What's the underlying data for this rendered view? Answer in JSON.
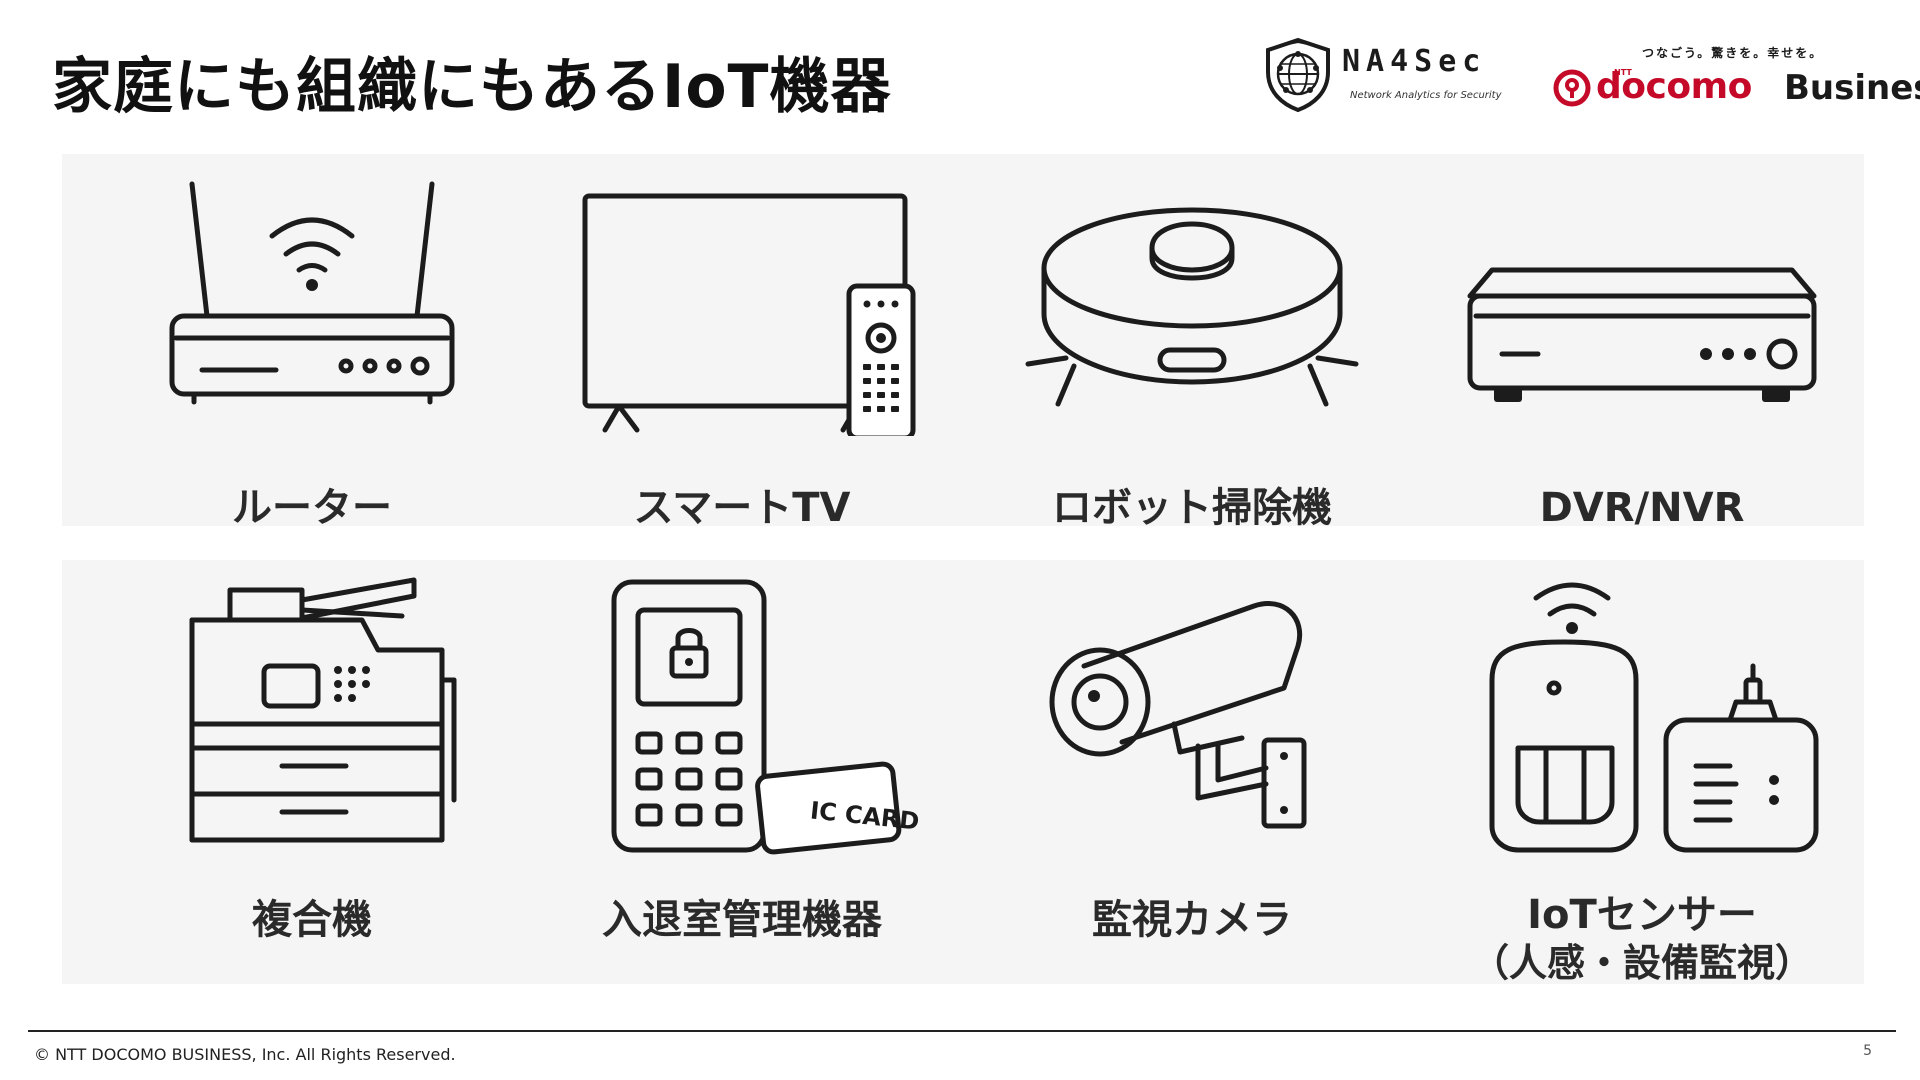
{
  "slide": {
    "title": "家庭にも組織にもあるIoT機器",
    "page_number": "5",
    "copyright": "© NTT DOCOMO BUSINESS, Inc. All Rights Reserved."
  },
  "logos": {
    "na4sec": {
      "name": "NA4Sec",
      "tagline": "Network Analytics for Security",
      "icon": "globe-shield-icon"
    },
    "docomo": {
      "tagline": "つなごう。驚きを。幸せを。",
      "ntt": "NTT",
      "brand": "docomo",
      "business": "Business",
      "icon": "docomo-circle-icon",
      "brand_color": "#c40a28"
    }
  },
  "devices": [
    {
      "label": "ルーター",
      "icon": "router-icon"
    },
    {
      "label": "スマートTV",
      "icon": "smart-tv-icon"
    },
    {
      "label": "ロボット掃除機",
      "icon": "robot-vacuum-icon"
    },
    {
      "label": "DVR/NVR",
      "icon": "dvr-icon"
    },
    {
      "label": "複合機",
      "icon": "multifunction-printer-icon"
    },
    {
      "label": "入退室管理機器",
      "icon": "access-control-icon",
      "card_text": "IC CARD"
    },
    {
      "label": "監視カメラ",
      "icon": "security-camera-icon"
    },
    {
      "label": "IoTセンサー",
      "sublabel": "（人感・設備監視）",
      "icon": "iot-sensor-icon"
    }
  ]
}
